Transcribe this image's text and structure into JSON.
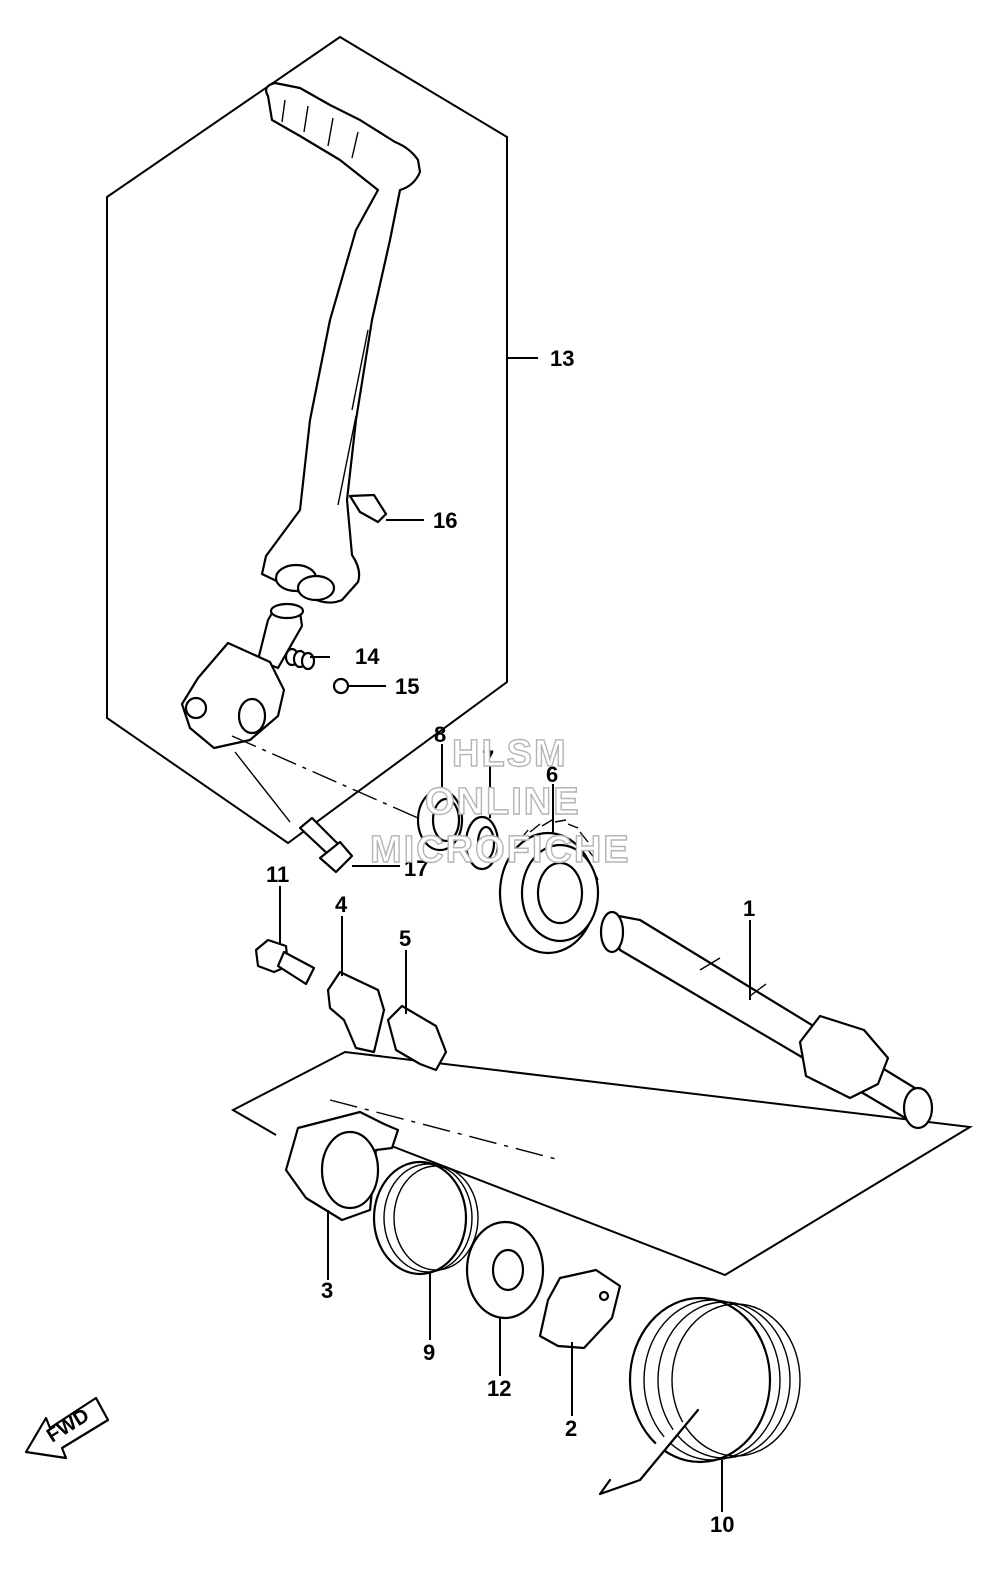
{
  "callouts": {
    "c1": "1",
    "c2": "2",
    "c3": "3",
    "c4": "4",
    "c5": "5",
    "c6": "6",
    "c7": "7",
    "c8": "8",
    "c9": "9",
    "c10": "10",
    "c11": "11",
    "c12": "12",
    "c13": "13",
    "c14": "14",
    "c15": "15",
    "c16": "16",
    "c17": "17"
  },
  "watermark": {
    "line1": "HLSM",
    "line2": "ONLINE",
    "line3": "MICROFICHE"
  },
  "direction_indicator": {
    "label": "FWD",
    "icon": "forward-arrow-icon"
  }
}
